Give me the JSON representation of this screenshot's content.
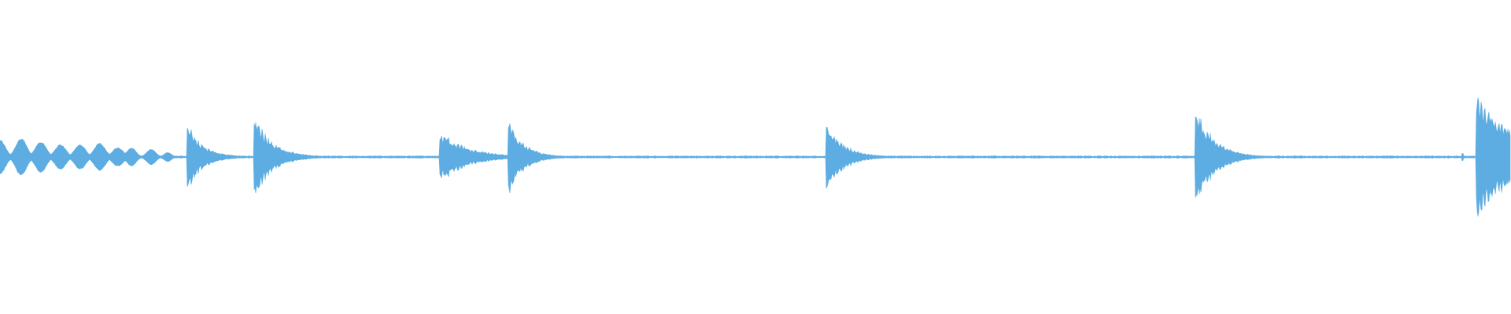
{
  "waveform": {
    "color": "#5dade2",
    "background": "#ffffff",
    "duration_fraction_events": [
      {
        "t": 0.0,
        "amp": 0.055,
        "decay": 0.006,
        "kind": "blob"
      },
      {
        "t": 0.014,
        "amp": 0.06,
        "decay": 0.006,
        "kind": "blob"
      },
      {
        "t": 0.027,
        "amp": 0.05,
        "decay": 0.006,
        "kind": "blob"
      },
      {
        "t": 0.04,
        "amp": 0.04,
        "decay": 0.006,
        "kind": "blob"
      },
      {
        "t": 0.053,
        "amp": 0.04,
        "decay": 0.006,
        "kind": "blob"
      },
      {
        "t": 0.066,
        "amp": 0.045,
        "decay": 0.006,
        "kind": "blob"
      },
      {
        "t": 0.078,
        "amp": 0.03,
        "decay": 0.006,
        "kind": "blob"
      },
      {
        "t": 0.087,
        "amp": 0.03,
        "decay": 0.005,
        "kind": "blob"
      },
      {
        "t": 0.1,
        "amp": 0.025,
        "decay": 0.005,
        "kind": "blob"
      },
      {
        "t": 0.111,
        "amp": 0.015,
        "decay": 0.004,
        "kind": "blob"
      },
      {
        "t": 0.1235,
        "amp": 0.13,
        "decay": 0.01,
        "kind": "hit"
      },
      {
        "t": 0.168,
        "amp": 0.15,
        "decay": 0.012,
        "kind": "hit"
      },
      {
        "t": 0.291,
        "amp": 0.09,
        "decay": 0.018,
        "kind": "hit"
      },
      {
        "t": 0.336,
        "amp": 0.14,
        "decay": 0.01,
        "kind": "hit"
      },
      {
        "t": 0.5465,
        "amp": 0.13,
        "decay": 0.011,
        "kind": "hit"
      },
      {
        "t": 0.791,
        "amp": 0.18,
        "decay": 0.012,
        "kind": "hit"
      },
      {
        "t": 0.977,
        "amp": 0.21,
        "decay": 0.03,
        "kind": "hit"
      }
    ],
    "noise_floor": 0.004,
    "extra_spikes": [
      0.968
    ]
  }
}
